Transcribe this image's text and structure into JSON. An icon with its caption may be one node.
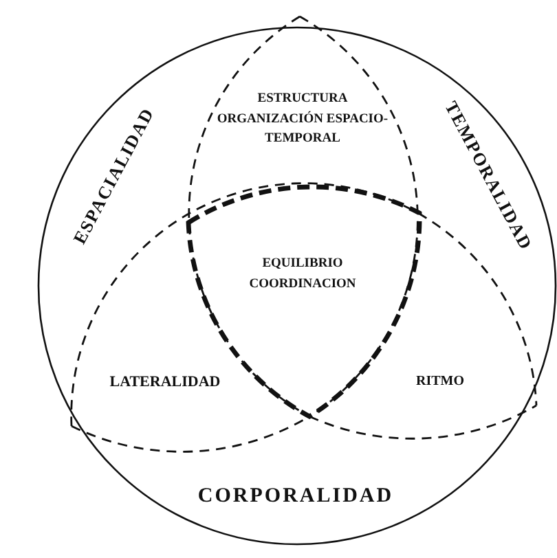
{
  "diagram": {
    "labels": [
      "ESPACIALIDAD",
      "ESTRUCTURA ORGANIZACIÓN ESPACIO-TEMPORAL",
      "TEMPORALIDAD",
      "EQUILIBRIO COORDINACION",
      "LATERALIDAD",
      "RITMO",
      "CORPORALIDAD"
    ]
  }
}
